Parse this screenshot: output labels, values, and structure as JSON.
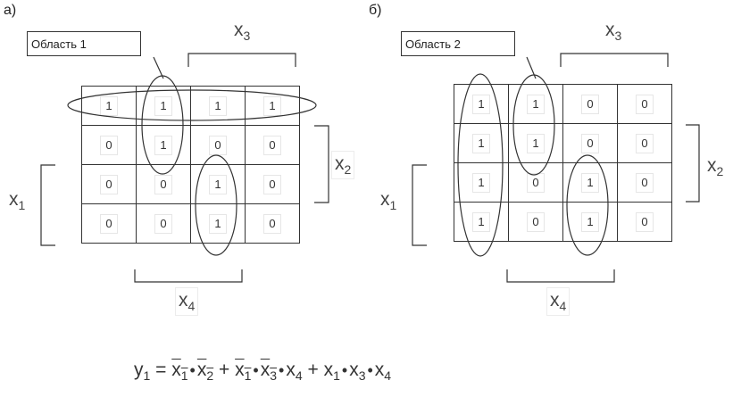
{
  "panel_a": {
    "label": "а)",
    "region_label": "Область 1",
    "x3": {
      "base": "x",
      "sub": "3"
    },
    "x2": {
      "base": "x",
      "sub": "2"
    },
    "x1": {
      "base": "x",
      "sub": "1"
    },
    "x4": {
      "base": "x",
      "sub": "4"
    },
    "grid": [
      [
        "1",
        "1",
        "1",
        "1"
      ],
      [
        "0",
        "1",
        "0",
        "0"
      ],
      [
        "0",
        "0",
        "1",
        "0"
      ],
      [
        "0",
        "0",
        "1",
        "0"
      ]
    ]
  },
  "panel_b": {
    "label": "б)",
    "region_label": "Область 2",
    "x3": {
      "base": "x",
      "sub": "3"
    },
    "x2": {
      "base": "x",
      "sub": "2"
    },
    "x1": {
      "base": "x",
      "sub": "1"
    },
    "x4": {
      "base": "x",
      "sub": "4"
    },
    "grid": [
      [
        "1",
        "1",
        "0",
        "0"
      ],
      [
        "1",
        "1",
        "0",
        "0"
      ],
      [
        "1",
        "0",
        "1",
        "0"
      ],
      [
        "1",
        "0",
        "1",
        "0"
      ]
    ]
  },
  "formula": {
    "lhs": "y",
    "lhs_sub": "1",
    "eq": "=",
    "x": "x",
    "dot": "•",
    "plus": "+",
    "s1": "1",
    "s2": "2",
    "s3": "3",
    "s4": "4"
  }
}
